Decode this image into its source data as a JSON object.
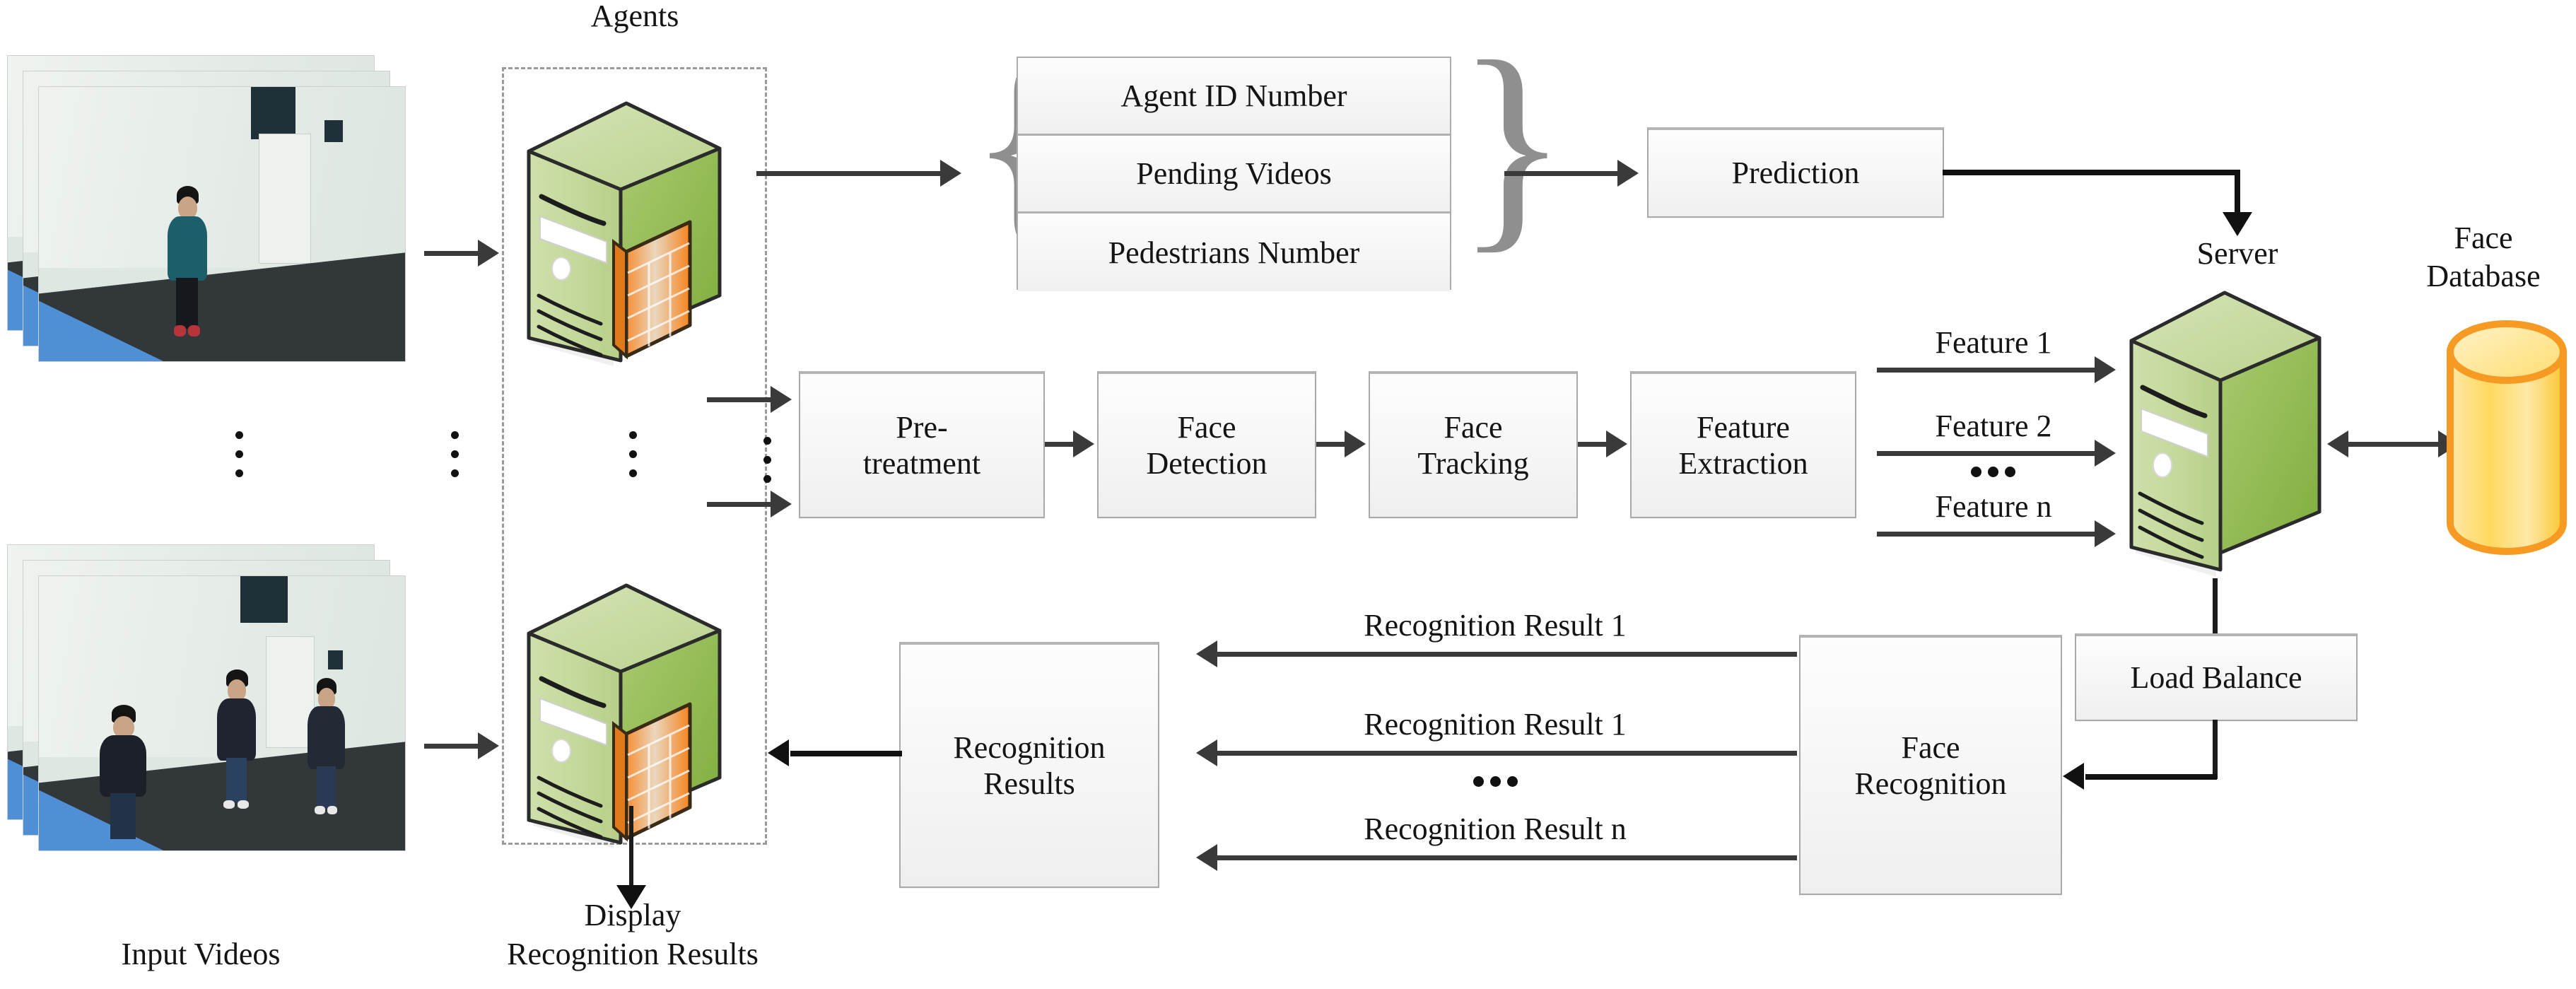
{
  "diagram": {
    "title_agents": "Agents",
    "label_server": "Server",
    "label_face_database_line1": "Face",
    "label_face_database_line2": "Database",
    "label_input_videos": "Input Videos",
    "label_display_line1": "Display",
    "label_display_line2": "Recognition Results"
  },
  "agent_info_stack": {
    "rows": [
      {
        "label": "Agent ID Number"
      },
      {
        "label": "Pending Videos"
      },
      {
        "label": "Pedestrians Number"
      }
    ],
    "brace_left": "{",
    "brace_right": "}"
  },
  "prediction": {
    "label": "Prediction"
  },
  "pipeline": {
    "boxes": [
      {
        "line1": "Pre-",
        "line2": "treatment"
      },
      {
        "line1": "Face",
        "line2": "Detection"
      },
      {
        "line1": "Face",
        "line2": "Tracking"
      },
      {
        "line1": "Feature",
        "line2": "Extraction"
      }
    ]
  },
  "feature_channels": {
    "labels": [
      "Feature 1",
      "Feature 2",
      "Feature n"
    ],
    "ellipsis": "•••"
  },
  "results_channels": {
    "labels": [
      "Recognition Result 1",
      "Recognition Result 1",
      "Recognition Result n"
    ],
    "ellipsis": "•••"
  },
  "recognition_results_box": {
    "line1": "Recognition",
    "line2": "Results"
  },
  "face_recognition_box": {
    "line1": "Face",
    "line2": "Recognition"
  },
  "load_balance_box": {
    "label": "Load Balance"
  },
  "colors": {
    "server_light": "#c3d89a",
    "server_dark": "#8cb74a",
    "firewall_orange": "#f58a2e",
    "database_orange": "#f9a22b",
    "database_fill": "#ffe07a",
    "box_border": "#a9a9a9",
    "box_fill": "#f4f4f4",
    "arrow": "#3a3a3a",
    "dashed_border": "#9a9a9a"
  },
  "icons": {
    "agent_tower": "server-tower-icon",
    "server_tower": "server-tower-icon",
    "firewall": "firewall-brick-icon",
    "database": "database-cylinder-icon",
    "video_frames": "video-frame-stack-icon"
  }
}
